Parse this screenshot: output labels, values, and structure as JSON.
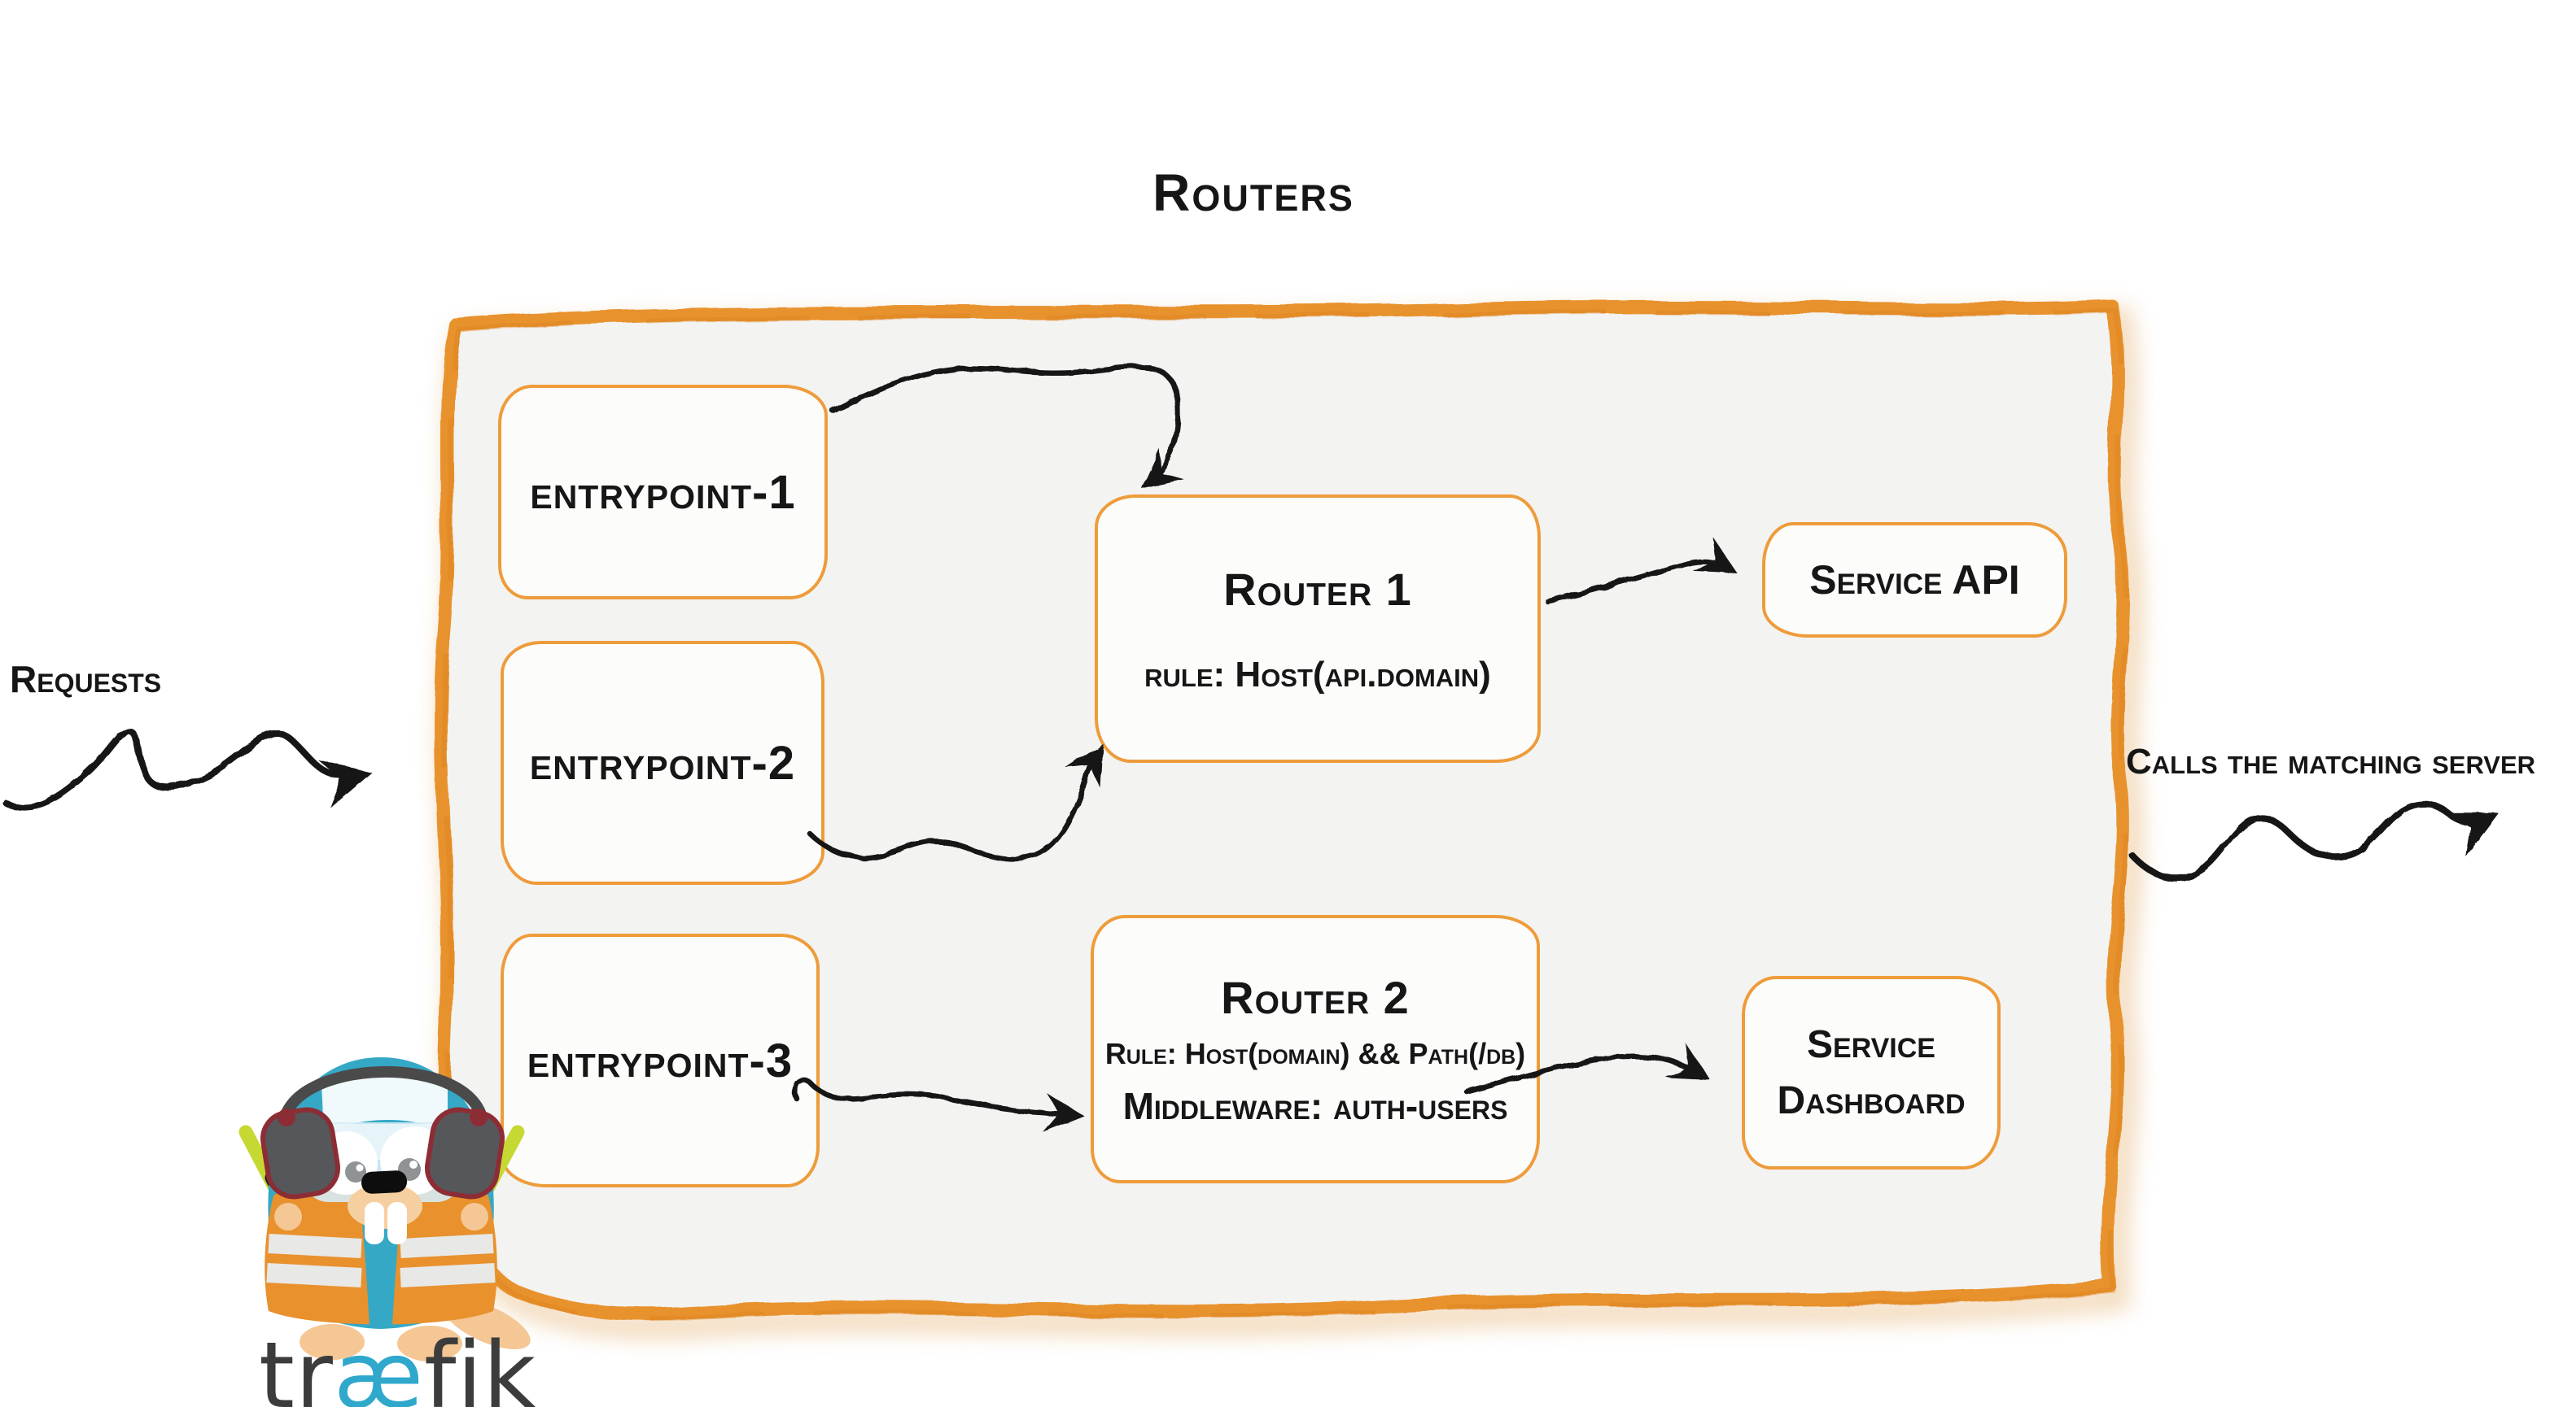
{
  "title": "Routers",
  "annotations": {
    "requests": "Requests",
    "calls_out": "Calls the matching server"
  },
  "entrypoints": [
    {
      "label": "entrypoint-1"
    },
    {
      "label": "entrypoint-2"
    },
    {
      "label": "entrypoint-3"
    }
  ],
  "routers": [
    {
      "name": "Router 1",
      "rule": "rule: Host(api.domain)"
    },
    {
      "name": "Router 2",
      "rule": "Rule: Host(domain) && Path(/db)",
      "middleware": "Middleware: auth-users"
    }
  ],
  "services": {
    "api": {
      "label": "Service API"
    },
    "dashboard": {
      "line1": "Service",
      "line2": "Dashboard"
    }
  },
  "logo": {
    "pre": "tr",
    "ligature": "æ",
    "post": "fik"
  },
  "colors": {
    "brush_orange": "#e8922d",
    "box_border_orange": "#ee9c3b",
    "panel_fill": "#f3f3f1",
    "ink": "#161616",
    "gopher_teal": "#35a8c6",
    "vest_orange": "#e8912d",
    "stick_green": "#c6d832",
    "headphone_gray": "#56575b",
    "headphone_red": "#8c2d35",
    "wordmark_dark": "#3c3c3c",
    "wordmark_accent": "#2fa8cc"
  }
}
